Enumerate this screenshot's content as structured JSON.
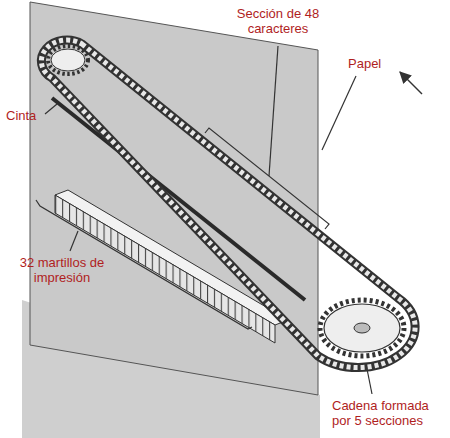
{
  "diagram": {
    "labels": [
      "Sección de 48 caracteres",
      "Papel",
      "Cinta",
      "32 martillos de impresión",
      "Cadena formada por 5 secciones"
    ]
  }
}
